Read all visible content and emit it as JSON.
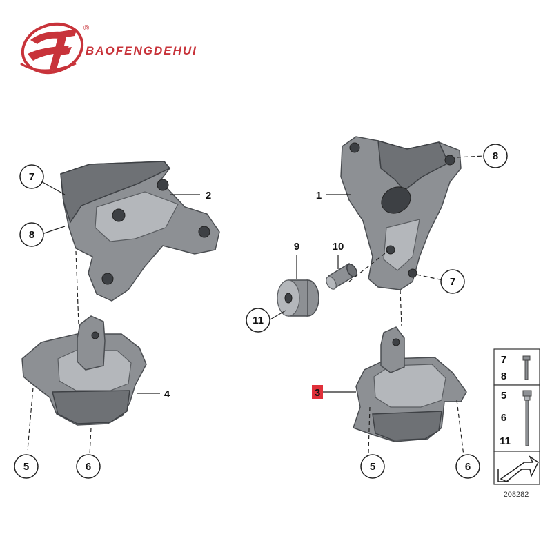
{
  "brand": {
    "name": "BAOFENGDEHUI",
    "registered_mark": "®",
    "logo_color": "#c8333a"
  },
  "diagram_id": "208282",
  "callouts_left": {
    "c7": "7",
    "c8": "8",
    "c2": "2",
    "c4": "4",
    "c5": "5",
    "c6": "6"
  },
  "callouts_right": {
    "c1": "1",
    "c8": "8",
    "c9": "9",
    "c10": "10",
    "c11": "11",
    "c7": "7",
    "c3": "3",
    "c5": "5",
    "c6": "6"
  },
  "highlight_color": "#e0303a",
  "legend": {
    "row1": [
      "7",
      "8"
    ],
    "row2": [
      "5",
      "6",
      "11"
    ]
  }
}
